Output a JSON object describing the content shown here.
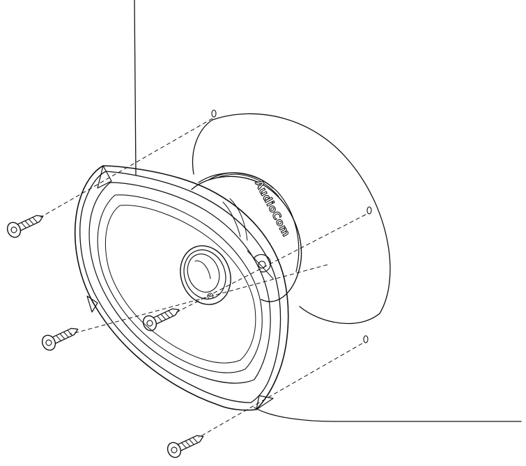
{
  "diagram": {
    "brand_label": "AudioCom",
    "stroke_color": "#111111",
    "background_color": "#ffffff",
    "screw_count": 4,
    "mount_hole_count": 3
  }
}
